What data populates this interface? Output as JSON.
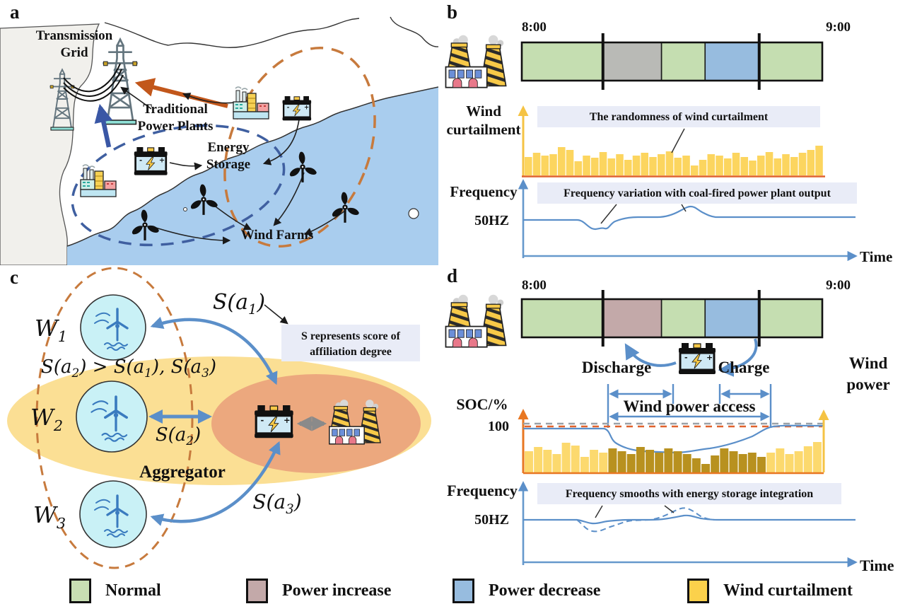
{
  "panels": {
    "a": {
      "label": "a",
      "labels": {
        "transmission_grid": [
          "Transmission",
          "Grid"
        ],
        "traditional_power_plants": [
          "Traditional",
          "Power Plants"
        ],
        "energy_storage": [
          "Energy",
          "Storage"
        ],
        "wind_farms": "Wind Farms"
      },
      "colors": {
        "sea": "#a9cdee",
        "land": "#ffffff",
        "land_left": "#f1f0ec",
        "blue_dashed_ellipse": "#3f5fa0",
        "orange_dashed_ellipse": "#c77a3d",
        "orange_arrow": "#c2571b",
        "blue_arrow": "#3a57a5"
      }
    },
    "b": {
      "label": "b",
      "time_start": "8:00",
      "time_end": "9:00",
      "timeline": {
        "segments": [
          {
            "color": "#c5deb1",
            "frac": 0.27
          },
          {
            "color": "#b9bab6",
            "frac": 0.195
          },
          {
            "color": "#c5deb1",
            "frac": 0.145
          },
          {
            "color": "#97bcdf",
            "frac": 0.18
          },
          {
            "color": "#c5deb1",
            "frac": 0.21
          }
        ],
        "tick_fracs": [
          0.27,
          0.79
        ]
      },
      "wind_axis_label": [
        "Wind",
        "curtailment"
      ],
      "annotation_curtailment": "The randomness of wind curtailment",
      "frequency_label": "Frequency",
      "annotation_frequency": "Frequency variation with coal-fired power plant output",
      "hz_label": "50HZ",
      "time_axis_label": "Time",
      "bars": {
        "color": "#fcd55f",
        "baseline_color": "#e0622d",
        "heights": [
          26,
          32,
          28,
          30,
          40,
          36,
          20,
          28,
          25,
          33,
          24,
          30,
          22,
          28,
          32,
          26,
          30,
          34,
          25,
          28,
          14,
          22,
          30,
          28,
          24,
          32,
          26,
          21,
          28,
          33,
          24,
          30,
          26,
          32,
          36,
          42
        ]
      }
    },
    "c": {
      "label": "c",
      "wind_farms": [
        {
          "base": "W",
          "sub": "1"
        },
        {
          "base": "W",
          "sub": "2"
        },
        {
          "base": "W",
          "sub": "3"
        }
      ],
      "scores": {
        "s1": {
          "pre": "S(a",
          "sub": "1",
          "post": ")"
        },
        "s2": {
          "pre": "S(a",
          "sub": "2",
          "post": ")"
        },
        "s3": {
          "pre": "S(a",
          "sub": "3",
          "post": ")"
        },
        "inequality": {
          "p1": "S(a",
          "s1": "2",
          "p2": ") > S(a",
          "s2": "1",
          "p3": "), S(a",
          "s3": "3",
          "p4": ")"
        }
      },
      "annotation": [
        "S represents score of",
        "affiliation degree"
      ],
      "aggregator_label": "Aggregator",
      "colors": {
        "farm_circle": "#c9f1f6",
        "aggregator_ellipse": "#fbdf94",
        "inner_ellipse": "#eca87e",
        "dashed_ellipse": "#c77a3d",
        "arrow": "#5b8fc9"
      }
    },
    "d": {
      "label": "d",
      "time_start": "8:00",
      "time_end": "9:00",
      "timeline": {
        "segments": [
          {
            "color": "#c5deb1",
            "frac": 0.27
          },
          {
            "color": "#c3a9a9",
            "frac": 0.195
          },
          {
            "color": "#c5deb1",
            "frac": 0.145
          },
          {
            "color": "#97bcdf",
            "frac": 0.18
          },
          {
            "color": "#c5deb1",
            "frac": 0.21
          }
        ],
        "tick_fracs": [
          0.27,
          0.79
        ]
      },
      "discharge_label": "Discharge",
      "charge_label": "Charge",
      "soc_label": "SOC/%",
      "soc_100": "100",
      "access_label": "Wind power access",
      "wind_power_label": [
        "Wind",
        "power"
      ],
      "annotation_frequency": "Frequency smooths with energy storage integration",
      "frequency_label": "Frequency",
      "hz_label": "50HZ",
      "time_axis_label": "Time",
      "bars": {
        "light_color": "#fcd96e",
        "dark_color": "#b8911f",
        "dark_from": 9,
        "dark_to": 25,
        "heights": [
          30,
          36,
          32,
          26,
          42,
          38,
          22,
          32,
          28,
          34,
          30,
          26,
          36,
          32,
          28,
          34,
          30,
          26,
          20,
          12,
          24,
          34,
          30,
          26,
          28,
          22,
          28,
          34,
          26,
          30,
          37,
          43
        ]
      }
    }
  },
  "legend": {
    "items": [
      {
        "label": "Normal",
        "color": "#c8dfb3"
      },
      {
        "label": "Power increase",
        "color": "#c3a9a9"
      },
      {
        "label": "Power decrease",
        "color": "#97bcdf"
      },
      {
        "label": "Wind curtailment",
        "color": "#fbd14b"
      }
    ]
  }
}
